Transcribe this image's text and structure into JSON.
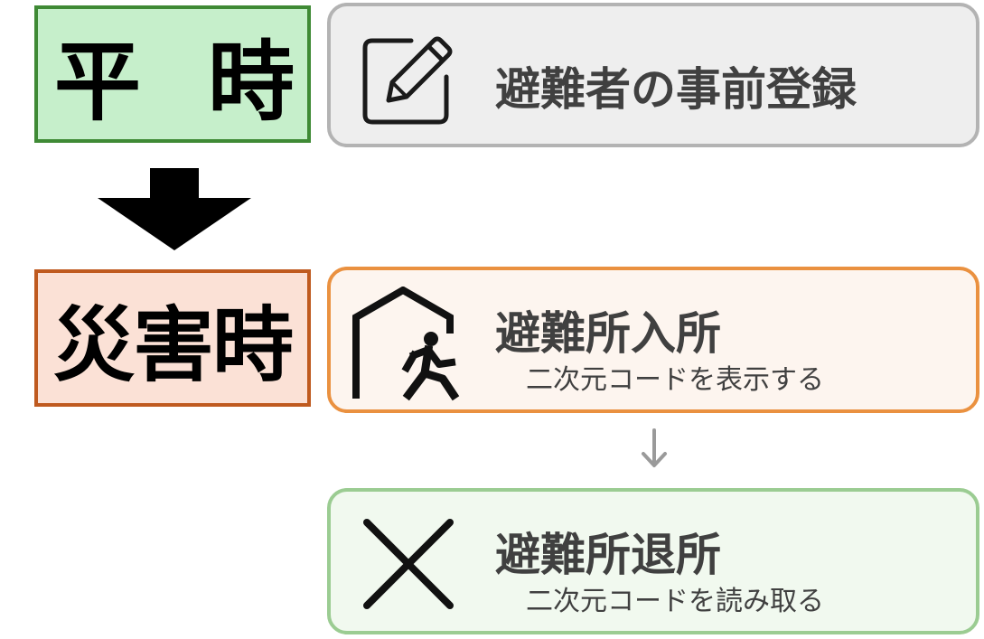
{
  "phases": {
    "normal": {
      "label_left": "平",
      "label_right": "時"
    },
    "disaster": {
      "label": "災害時"
    }
  },
  "steps": {
    "register": {
      "title": "避難者の事前登録",
      "icon": "pencil-edit-icon"
    },
    "checkin": {
      "title": "避難所入所",
      "subtitle": "二次元コードを表示する",
      "icon": "shelter-entry-icon"
    },
    "checkout": {
      "title": "避難所退所",
      "subtitle": "二次元コードを読み取る",
      "icon": "close-x-icon"
    }
  },
  "colors": {
    "normal_fill": "#c6efcb",
    "normal_border": "#3f8a35",
    "disaster_fill": "#fbe1d6",
    "disaster_border": "#bf5a1f",
    "register_fill": "#eeeeee",
    "register_border": "#b3b3b3",
    "checkin_fill": "#fdf5ef",
    "checkin_border": "#ea9140",
    "checkout_fill": "#f1f9ef",
    "checkout_border": "#9bcc92"
  }
}
